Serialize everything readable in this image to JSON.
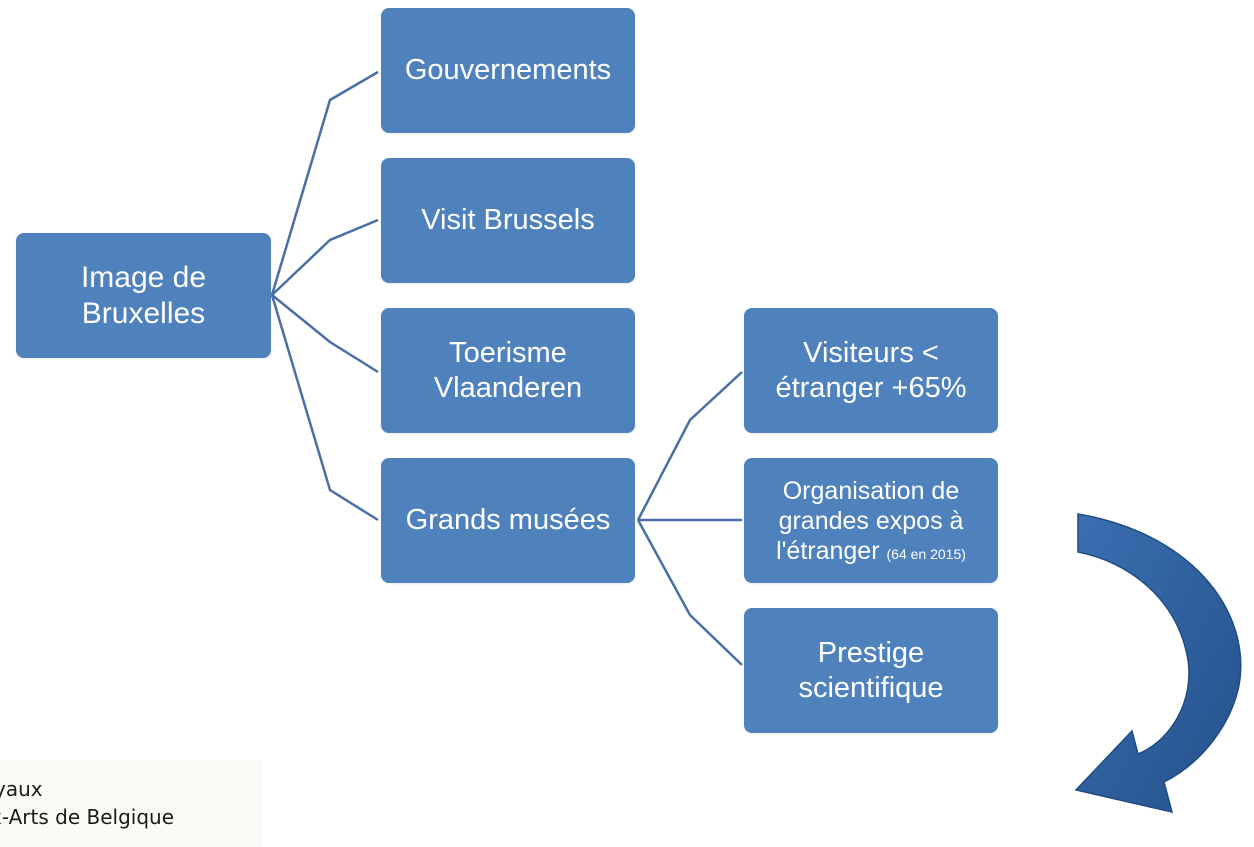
{
  "diagram": {
    "root": {
      "label": "Image de Bruxelles"
    },
    "level1": [
      {
        "label": "Gouvernements"
      },
      {
        "label": "Visit Brussels"
      },
      {
        "label": "Toerisme Vlaanderen"
      },
      {
        "label": "Grands musées"
      }
    ],
    "level2": [
      {
        "label": "Visiteurs < étranger +65%"
      },
      {
        "label": "Organisation de grandes expos à l'étranger",
        "note": "(64 en 2015)"
      },
      {
        "label": "Prestige scientifique"
      }
    ]
  },
  "colors": {
    "node_fill": "#4f81bd",
    "node_text": "#ffffff",
    "connector": "#4a6fa5",
    "arrow": "#2e5e9a"
  },
  "logo": {
    "line1": "yaux",
    "line2": "x-Arts de Belgique"
  }
}
